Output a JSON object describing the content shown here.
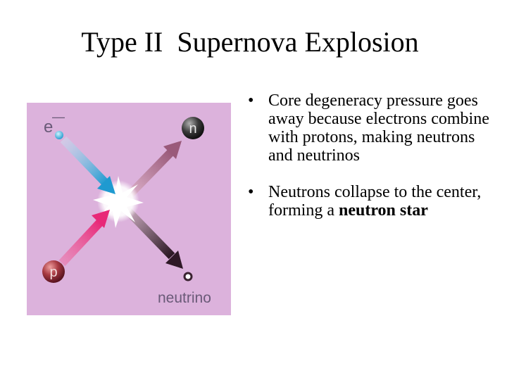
{
  "slide": {
    "title": "Type II  Supernova Explosion"
  },
  "figure": {
    "labels": {
      "electron": "e",
      "electron_charge": "—",
      "neutron": "n",
      "proton": "p",
      "neutrino": "neutrino"
    },
    "colors": {
      "background": "#dcb2dc",
      "electron_arrow": "#2aa6d8",
      "proton_arrow": "#e8307a",
      "neutron_arrow": "#b07090",
      "neutrino_arrow": "#3a2230",
      "burst": "#ffffff"
    }
  },
  "bullets": [
    {
      "marker": "•",
      "text": "Core degeneracy pressure goes away because electrons combine with protons, making neutrons and neutrinos"
    },
    {
      "marker": "•",
      "text": "Neutrons collapse to the center, forming a ",
      "emphasis": "neutron star"
    }
  ]
}
